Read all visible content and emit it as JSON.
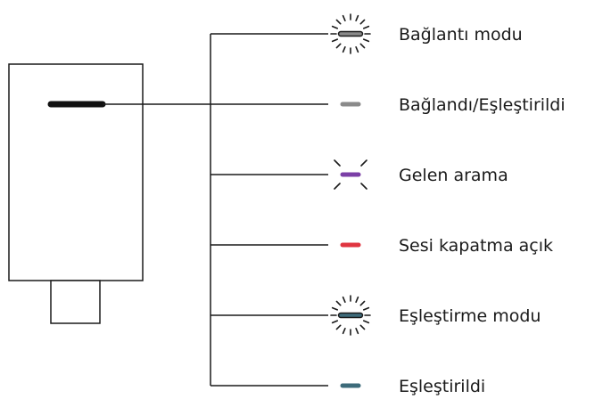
{
  "colors": {
    "line": "#1a1a1a",
    "device_led": "#111111",
    "gray_led": "#8a8a8a",
    "purple_led": "#7b3fa6",
    "red_led": "#e03540",
    "teal_led": "#3d6b7a"
  },
  "states": [
    {
      "label": "Bağlantı modu",
      "led_color": "gray",
      "indicator": "blinking-ring"
    },
    {
      "label": "Bağlandı/Eşleştirildi",
      "led_color": "gray",
      "indicator": "solid"
    },
    {
      "label": "Gelen arama",
      "led_color": "purple",
      "indicator": "flashing"
    },
    {
      "label": "Sesi kapatma açık",
      "led_color": "red",
      "indicator": "solid"
    },
    {
      "label": "Eşleştirme modu",
      "led_color": "teal",
      "indicator": "blinking-ring"
    },
    {
      "label": "Eşleştirildi",
      "led_color": "teal",
      "indicator": "solid"
    }
  ]
}
